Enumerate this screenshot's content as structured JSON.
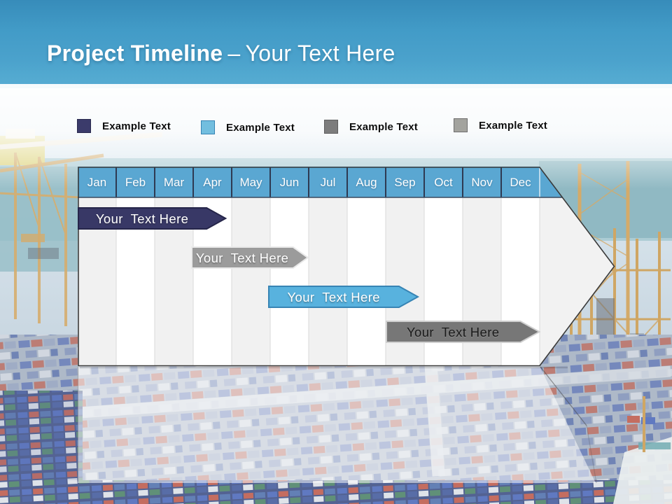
{
  "title": {
    "bold": "Project Timeline",
    "separator": "–",
    "rest": "Your Text Here"
  },
  "legend": {
    "items": [
      {
        "label": "Example Text",
        "swatch_color": "#3B3B6B",
        "swatch_border": "#2B2B4F"
      },
      {
        "label": "Example Text",
        "swatch_color": "#72BEDF",
        "swatch_border": "#3784B4"
      },
      {
        "label": "Example Text",
        "swatch_color": "#7D7D7D",
        "swatch_border": "#5E5E5E"
      },
      {
        "label": "Example Text",
        "swatch_color": "#A3A39E",
        "swatch_border": "#6E6E6E"
      }
    ]
  },
  "timeline": {
    "months": [
      "Jan",
      "Feb",
      "Mar",
      "Apr",
      "May",
      "Jun",
      "Jul",
      "Aug",
      "Sep",
      "Oct",
      "Nov",
      "Dec"
    ],
    "colors": {
      "header_blue": "#5AA7D2",
      "header_separator": "#2E3A52",
      "header_right_gap": "#DCEBF4",
      "header_bottom_line": "#3A4A5E",
      "stripe_gray": "#F1F1F1",
      "stripe_white": "#FFFFFF",
      "body_separator": "#DADADA",
      "outline": "#3A3A3A",
      "head_fill": "#F2F2F2"
    },
    "bars": [
      {
        "label": "Your  Text Here",
        "fill": "#383866",
        "stroke": "#26264A",
        "text_color": "#FFFFFF",
        "row": 1,
        "start_month": 0.0,
        "end_month": 3.35
      },
      {
        "label": "Your  Text Here",
        "fill": "#9B9B9B",
        "stroke": "#E9E9E9",
        "text_color": "#FFFFFF",
        "row": 2,
        "start_month": 2.95,
        "end_month": 5.6
      },
      {
        "label": "Your  Text Here",
        "fill": "#58B2DE",
        "stroke": "#3784B4",
        "text_color": "#FFFFFF",
        "row": 3,
        "start_month": 4.95,
        "end_month": 8.35
      },
      {
        "label": "Your  Text Here",
        "fill": "#777777",
        "stroke": "#CFCFCF",
        "text_color": "#1A1A1A",
        "row": 4,
        "start_month": 8.0,
        "end_month": 11.5
      }
    ]
  }
}
